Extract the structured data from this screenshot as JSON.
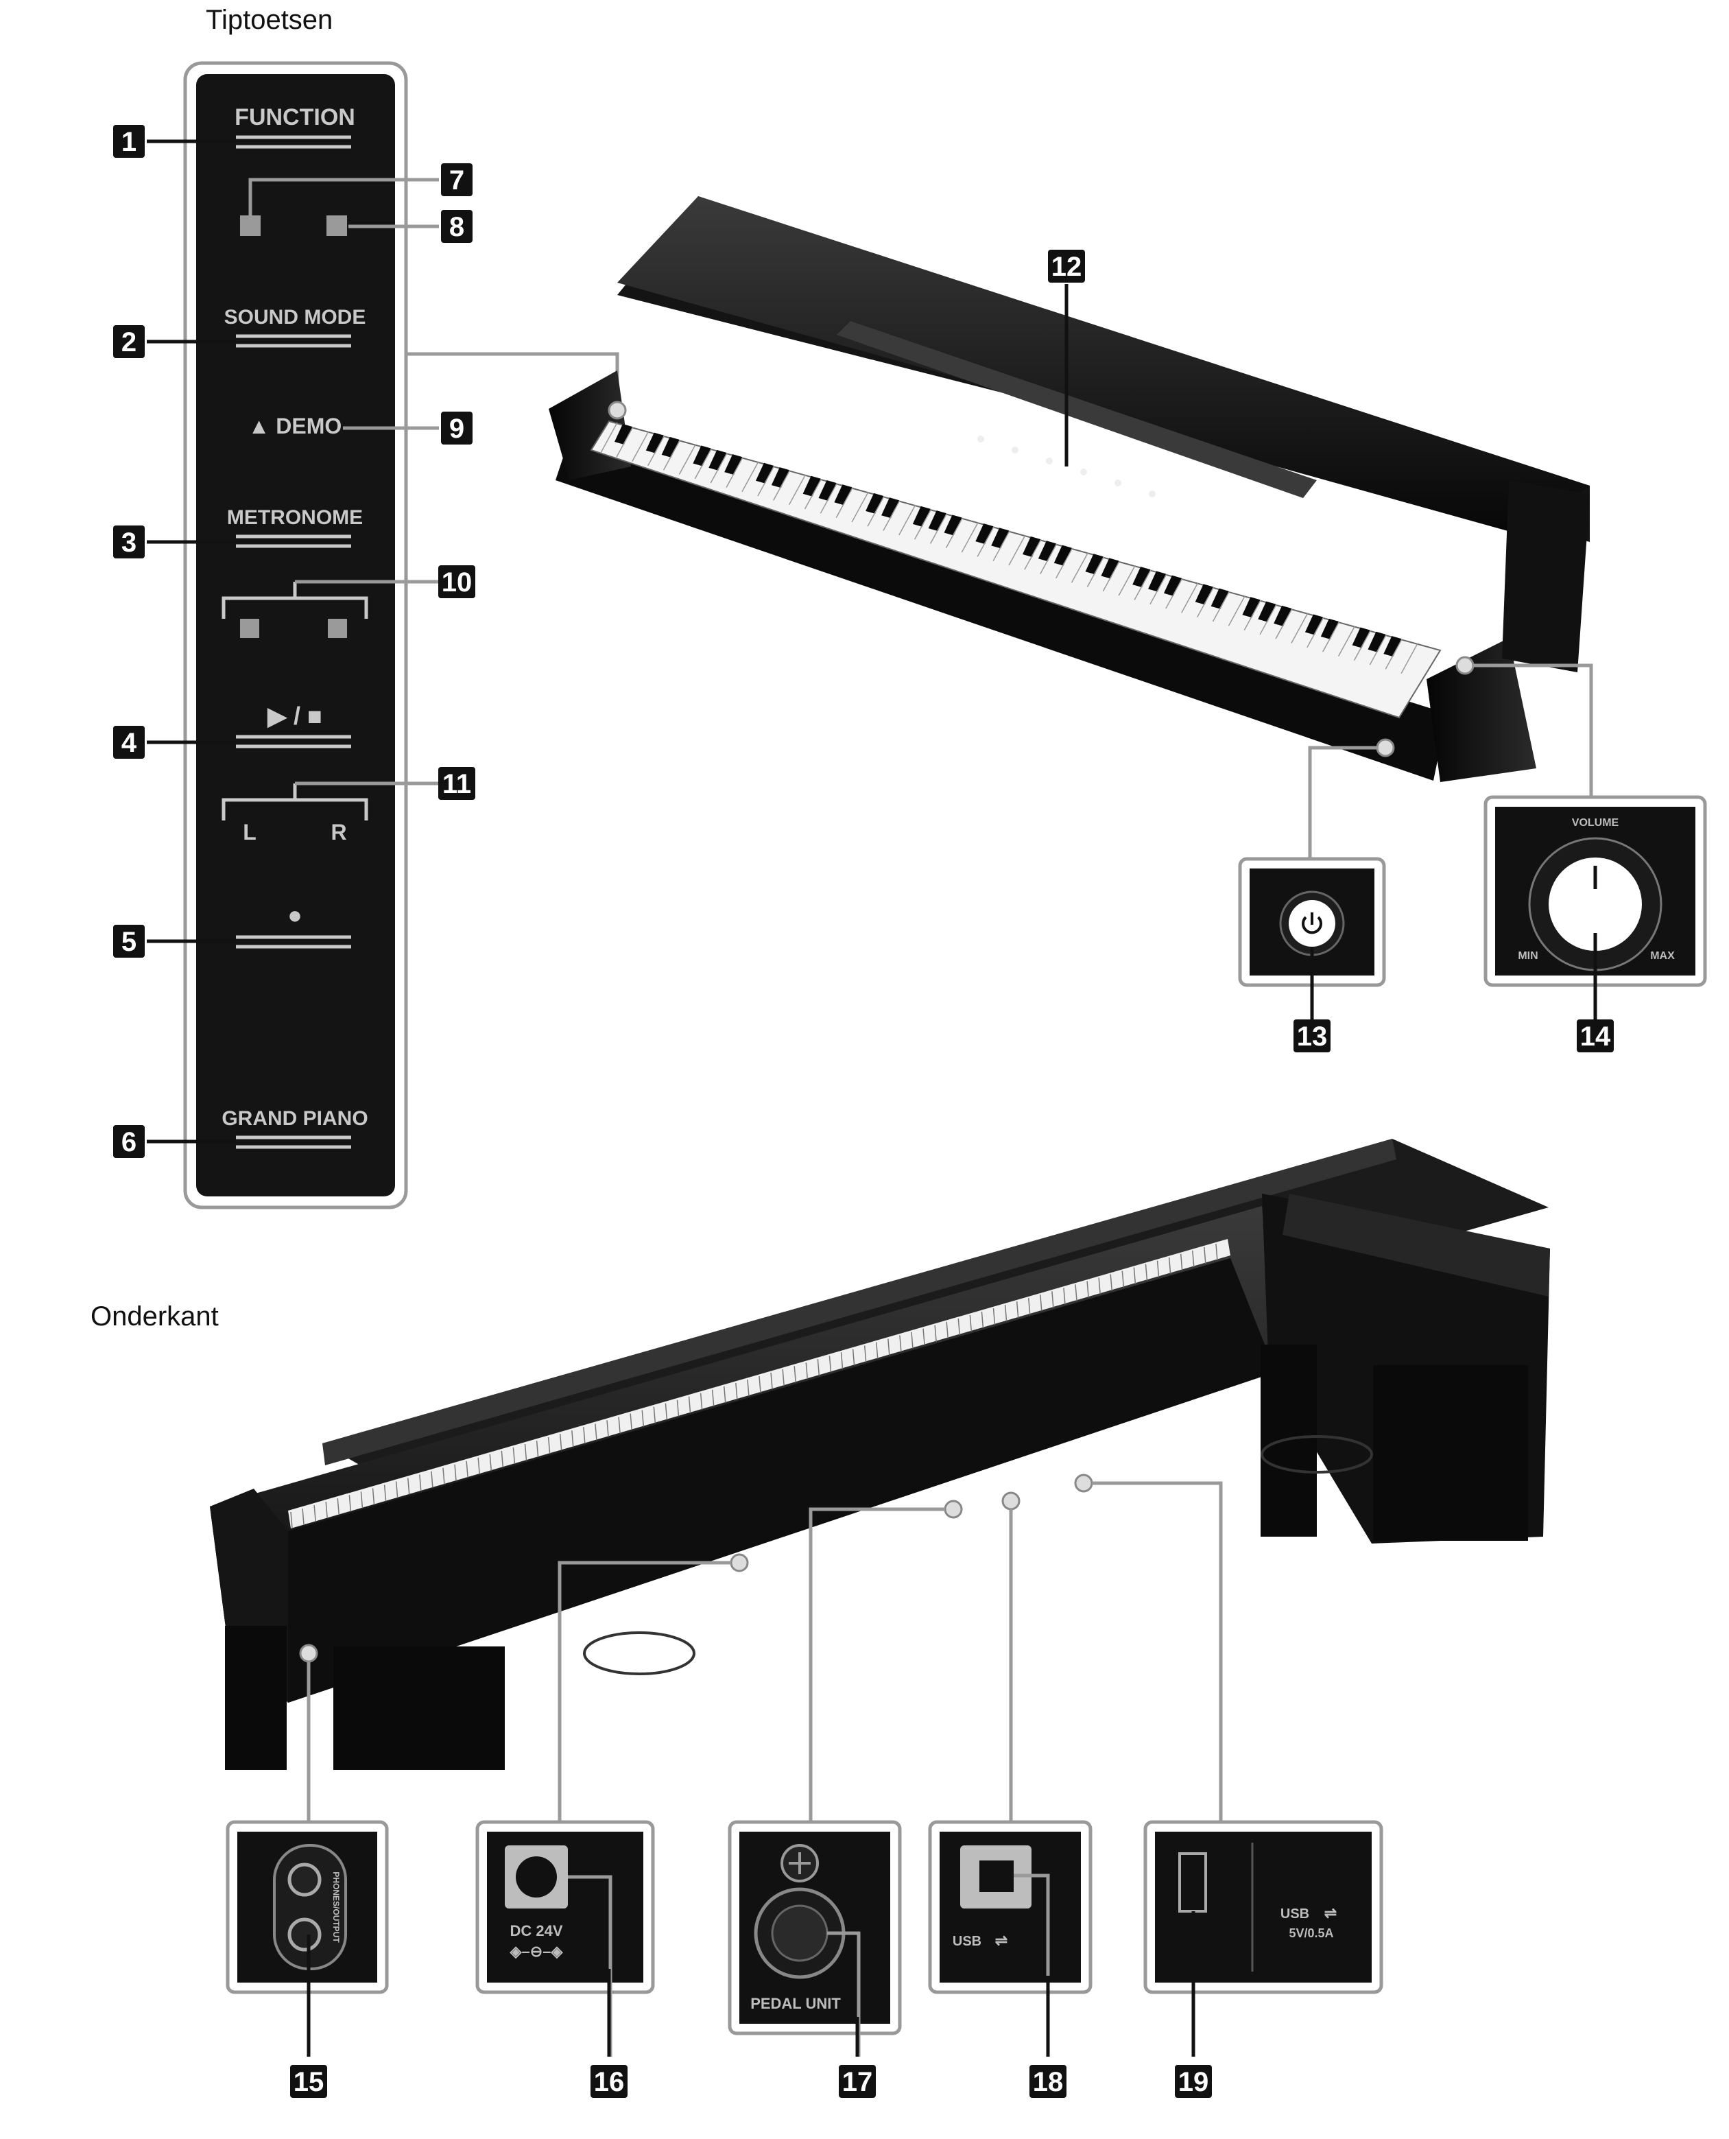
{
  "sections": {
    "top_title": "Tiptoetsen",
    "bottom_title": "Onderkant"
  },
  "panel": {
    "function": "FUNCTION",
    "sound_mode": "SOUND MODE",
    "demo": "▲ DEMO",
    "metronome": "METRONOME",
    "play_stop": "▶ / ■",
    "left": "L",
    "right": "R",
    "record": "●",
    "grand_piano": "GRAND PIANO"
  },
  "callouts": [
    "1",
    "2",
    "3",
    "4",
    "5",
    "6",
    "7",
    "8",
    "9",
    "10",
    "11",
    "12",
    "13",
    "14",
    "15",
    "16",
    "17",
    "18",
    "19"
  ],
  "volume": {
    "title": "VOLUME",
    "min": "MIN",
    "max": "MAX"
  },
  "ports": {
    "phones": "PHONES/OUTPUT",
    "dc": "DC 24V",
    "pedal": "PEDAL UNIT",
    "usb_b": "USB",
    "usb_a": "USB",
    "usb_a_rating": "5V/0.5A"
  }
}
